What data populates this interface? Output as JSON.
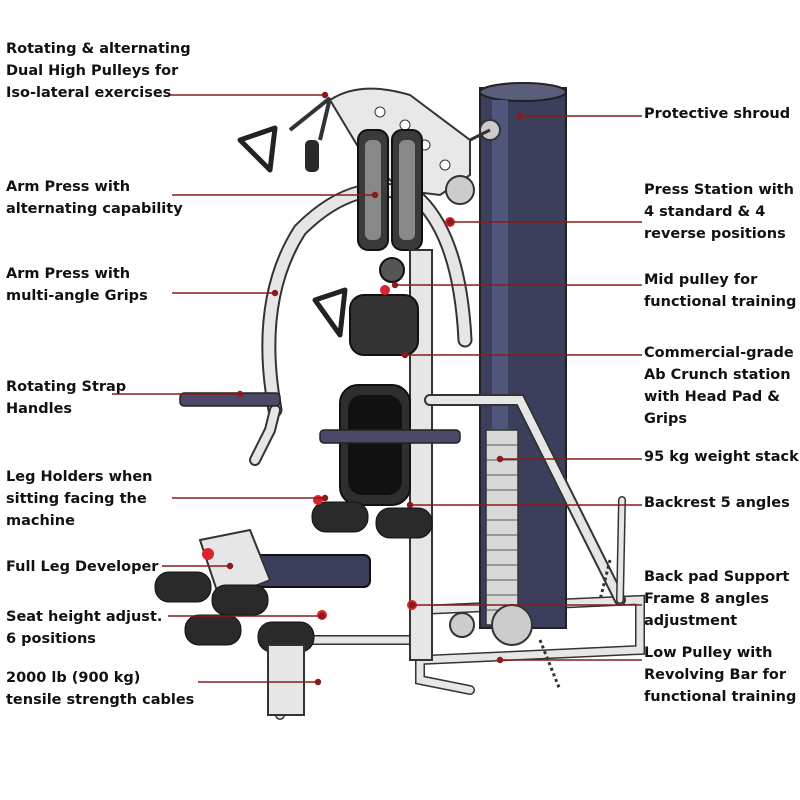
{
  "labels_left": [
    {
      "id": "high-pulleys",
      "text": "Rotating & alternating\nDual High Pulleys for\nIso-lateral exercises"
    },
    {
      "id": "arm-press-alt",
      "text": "Arm Press with\nalternating capability"
    },
    {
      "id": "arm-press-grips",
      "text": "Arm Press with\nmulti-angle Grips"
    },
    {
      "id": "strap-handles",
      "text": "Rotating Strap\nHandles"
    },
    {
      "id": "leg-holders",
      "text": "Leg Holders when\nsitting facing the\nmachine"
    },
    {
      "id": "leg-developer",
      "text": "Full Leg Developer"
    },
    {
      "id": "seat-height",
      "text": "Seat height adjust.\n6 positions"
    },
    {
      "id": "cables",
      "text": "2000 lb (900 kg)\ntensile strength cables"
    }
  ],
  "labels_right": [
    {
      "id": "shroud",
      "text": "Protective shroud"
    },
    {
      "id": "press-station",
      "text": "Press Station with\n4 standard & 4\nreverse positions"
    },
    {
      "id": "mid-pulley",
      "text": "Mid pulley for\nfunctional training"
    },
    {
      "id": "ab-crunch",
      "text": "Commercial-grade\nAb Crunch station\nwith Head Pad &\nGrips"
    },
    {
      "id": "weight-stack",
      "text": "95 kg weight stack"
    },
    {
      "id": "backrest",
      "text": "Backrest 5 angles"
    },
    {
      "id": "back-pad",
      "text": "Back pad Support\nFrame 8 angles\nadjustment"
    },
    {
      "id": "low-pulley",
      "text": "Low Pulley with\nRevolving Bar for\nfunctional training"
    }
  ],
  "colors": {
    "leader": "#8b1a1a",
    "frame": "#e6e6e6",
    "frame_stroke": "#333333",
    "shroud": "#3b3f5c",
    "pad": "#2a2a2a",
    "accent": "#d9232d",
    "bar": "#4a4a68"
  }
}
